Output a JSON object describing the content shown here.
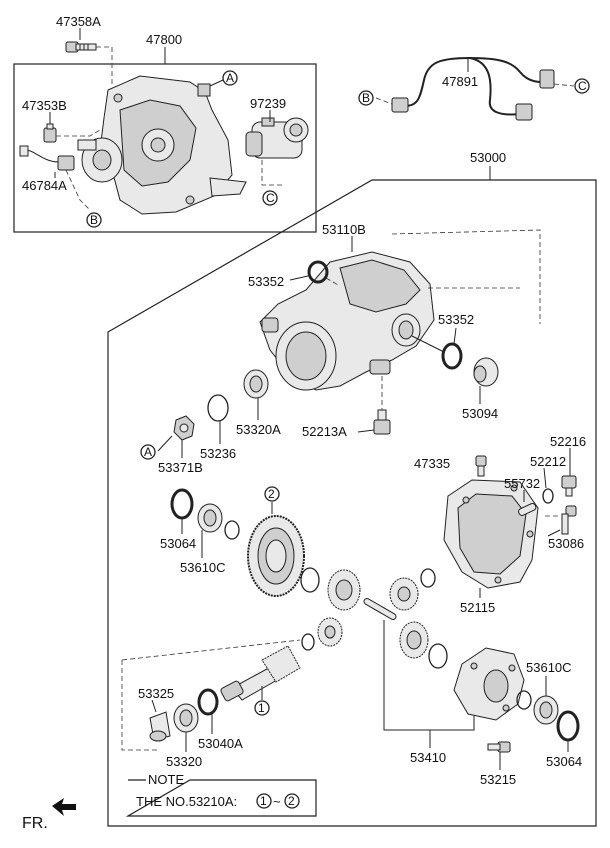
{
  "part_labels": {
    "p47358A": "47358A",
    "p47800": "47800",
    "p47353B": "47353B",
    "p97239": "97239",
    "p46784A": "46784A",
    "p47891": "47891",
    "p53000": "53000",
    "p53110B": "53110B",
    "p53352_left": "53352",
    "p53352_right": "53352",
    "p53094": "53094",
    "p53320A": "53320A",
    "p52213A": "52213A",
    "p53236": "53236",
    "p53371B": "53371B",
    "p47335": "47335",
    "p52216": "52216",
    "p52212": "52212",
    "p55732": "55732",
    "p53086": "53086",
    "p52115": "52115",
    "p53064_left": "53064",
    "p53610C_left": "53610C",
    "p53325": "53325",
    "p53320": "53320",
    "p53040A": "53040A",
    "p53410": "53410",
    "p53610C_right": "53610C",
    "p53064_right": "53064",
    "p53215": "53215"
  },
  "callouts": {
    "A": "A",
    "B": "B",
    "C": "C",
    "one": "1",
    "two": "2"
  },
  "note": {
    "title": "NOTE",
    "text": "THE NO.53210A:",
    "range_start": "1",
    "range_sep": "~",
    "range_end": "2"
  },
  "front_marker": "FR."
}
